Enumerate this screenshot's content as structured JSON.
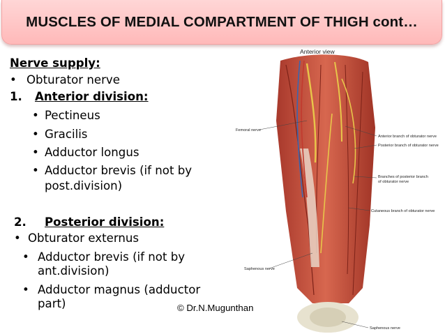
{
  "slide": {
    "title": "MUSCLES OF MEDIAL COMPARTMENT OF THIGH cont…",
    "nerve_supply_heading": "Nerve supply:",
    "bullet": "•",
    "obturator_nerve": "Obturator nerve",
    "anterior_number": "1.",
    "anterior_heading": "Anterior division:",
    "anterior_items": [
      "Pectineus",
      "Gracilis",
      "Adductor longus",
      "Adductor brevis (if not by",
      "post.division)"
    ],
    "posterior_number": "2.",
    "posterior_heading": "Posterior division:",
    "posterior_items": [
      "Obturator externus",
      "Adductor brevis (if not by",
      "ant.division)",
      "Adductor magnus (adductor",
      "part)"
    ],
    "copyright": "© Dr.N.Mugunthan"
  },
  "illustration": {
    "view_label": "Anterior view",
    "labels": [
      "Femoral nerve",
      "Anterior branch of obturator nerve",
      "Posterior branch of obturator nerve",
      "Branches of posterior branch",
      "of obturator nerve",
      "Cutaneous branch of obturator nerve",
      "Saphenous nerve",
      "Saphenous nerve"
    ]
  },
  "colors": {
    "banner_top": "#ffd6d6",
    "banner_bottom": "#ffb9b9",
    "muscle": "#c9503e",
    "nerve": "#e8c64a"
  }
}
